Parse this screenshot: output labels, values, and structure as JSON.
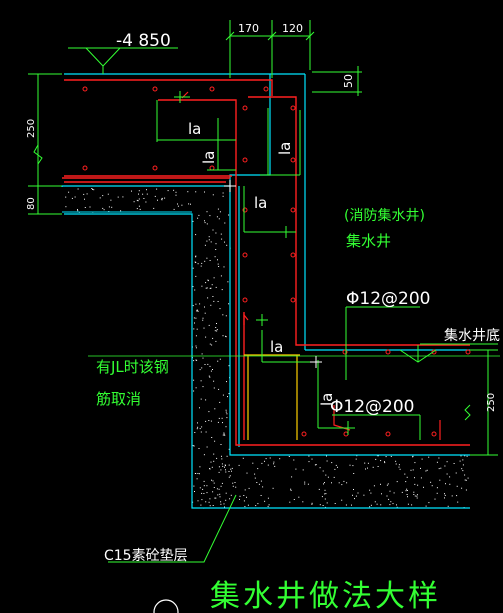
{
  "elevation_top": "-4 850",
  "dim_top_left": "170",
  "dim_top_right": "120",
  "dim_right_top": "50",
  "dim_left_250": "250",
  "dim_left_80": "80",
  "dim_right_250": "250",
  "la_label": "la",
  "annotation_fire": "(消防集水井)",
  "annotation_sump": "集水井",
  "rebar_upper": "Φ12@200",
  "rebar_lower": "Φ12@200",
  "sump_bottom": "集水井底",
  "note_line1": "有JL时该钢",
  "note_line2": "筋取消",
  "cushion_label": "C15素砼垫层",
  "title": "集水井做法大样",
  "colors": {
    "background": "#000000",
    "concrete_outline": "#00e5ff",
    "rebar": "#ff2020",
    "dimension": "#33ff33",
    "text": "#ffffff",
    "hatch": "#ffffff",
    "stirrup": "#ffd000"
  }
}
